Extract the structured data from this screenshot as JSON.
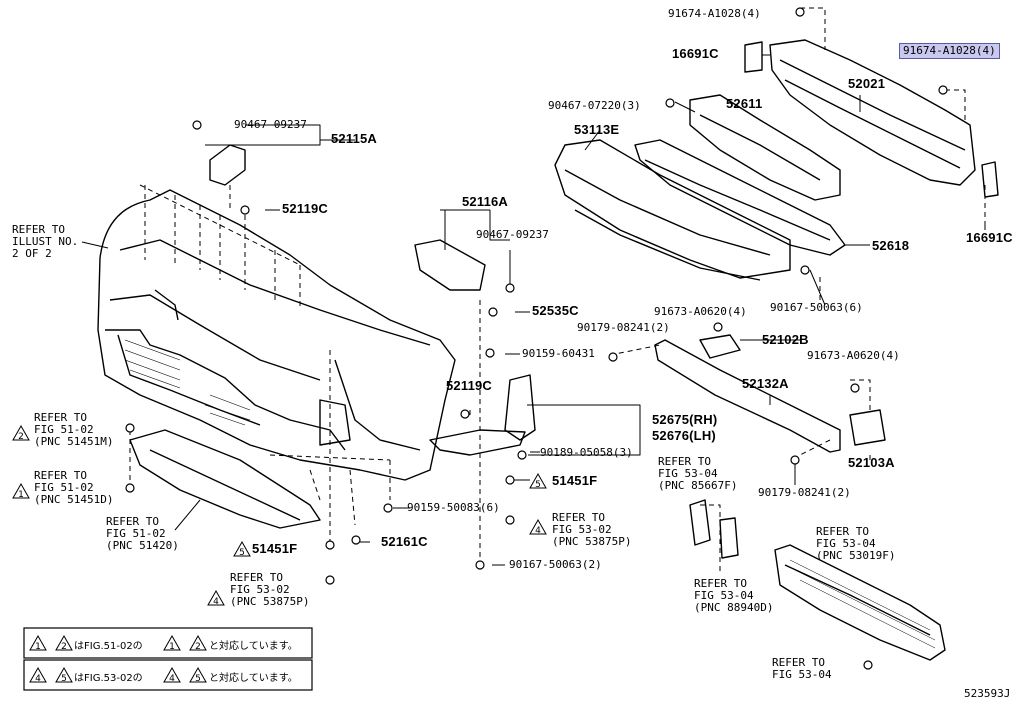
{
  "diagram": {
    "id": "523593J",
    "highlighted_part": "91674-A1028(4)",
    "labels": {
      "p91674_top": "91674-A1028(4)",
      "p91674_hl": "91674-A1028(4)",
      "p16691c_l": "16691C",
      "p16691c_r": "16691C",
      "p52021": "52021",
      "p90467_07220": "90467-07220(3)",
      "p52611": "52611",
      "p53113e": "53113E",
      "p90467_09237a": "90467-09237",
      "p52115a": "52115A",
      "p52119c_a": "52119C",
      "p52116a": "52116A",
      "p90467_09237b": "90467-09237",
      "p52618": "52618",
      "p90167_50063_6": "90167-50063(6)",
      "p52535c": "52535C",
      "p91673_a0620_a": "91673-A0620(4)",
      "p90179_08241_a": "90179-08241(2)",
      "p52102b": "52102B",
      "p90159_60431": "90159-60431",
      "p91673_a0620_b": "91673-A0620(4)",
      "p52132a": "52132A",
      "p52119c_b": "52119C",
      "p52675": "52675(RH)",
      "p52676": "52676(LH)",
      "p52103a": "52103A",
      "p90189_05058": "90189-05058(3)",
      "p90179_08241_b": "90179-08241(2)",
      "p51451f_a": "51451F",
      "p90159_50083": "90159-50083(6)",
      "p52161c": "52161C",
      "p51451f_b": "51451F",
      "p90167_50063_2": "90167-50063(2)"
    },
    "refs": {
      "illust": [
        "REFER TO",
        "ILLUST NO.",
        "2 OF 2"
      ],
      "fig51_m": [
        "REFER TO",
        "FIG 51-02",
        "(PNC 51451M)"
      ],
      "fig51_d": [
        "REFER TO",
        "FIG 51-02",
        "(PNC 51451D)"
      ],
      "fig51_420": [
        "REFER TO",
        "FIG 51-02",
        "(PNC 51420)"
      ],
      "fig53_l": [
        "REFER TO",
        "FIG 53-02",
        "(PNC 53875P)"
      ],
      "fig53_m": [
        "REFER TO",
        "FIG 53-02",
        "(PNC 53875P)"
      ],
      "fig53_85667": [
        "REFER TO",
        "FIG 53-04",
        "(PNC 85667F)"
      ],
      "fig53_88940": [
        "REFER TO",
        "FIG 53-04",
        "(PNC 88940D)"
      ],
      "fig53_53019": [
        "REFER TO",
        "FIG 53-04",
        "(PNC 53019F)"
      ],
      "fig53_bottom": [
        "REFER TO",
        "FIG 53-04"
      ]
    },
    "tri_nums": {
      "t1": "1",
      "t2": "2",
      "t4": "4",
      "t5": "5"
    },
    "notes": {
      "n1": "はFIG.51-02の",
      "n1b": "と対応しています。",
      "n2": "はFIG.53-02の",
      "n2b": "と対応しています。"
    }
  }
}
